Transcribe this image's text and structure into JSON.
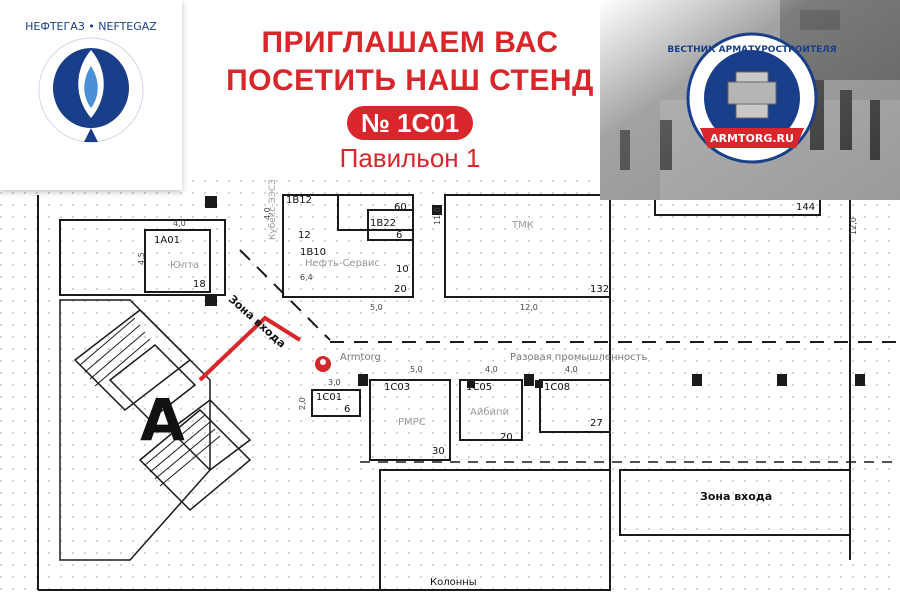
{
  "header": {
    "line1": "ПРИГЛАШАЕМ ВАС",
    "line2": "ПОСЕТИТЬ НАШ СТЕНД",
    "stand": "№ 1С01",
    "pavilion": "Павильон 1"
  },
  "logo": {
    "text": "НЕФТЕГАЗ • NEFTEGAZ"
  },
  "magazine": {
    "top": "ВЕСТНИК АРМАТУРОСТРОИТЕЛЯ",
    "bottom": "ARMTORG.RU"
  },
  "colors": {
    "accent": "#d9262a",
    "logo_blue": "#1a3f8a",
    "plan_line": "#1a1a1a"
  },
  "plan": {
    "hall_label": "А",
    "zones": [
      {
        "text": "Зона входа"
      },
      {
        "text": "Зона входа"
      }
    ],
    "labels": {
      "armtorg": "Armtorg",
      "razovaya": "Разовая промышленность",
      "kolonny": "Колонны",
      "neft_servis": "Нефть-Сервис",
      "tmk": "ТМК",
      "rmrs": "РМРС",
      "aibipi": "Айбипи",
      "diag": "Кубекс-ЭЭСЗ"
    },
    "booths": [
      {
        "code": "1A01",
        "num": "18",
        "name": "Юлта"
      },
      {
        "code": "1B12",
        "num": "12"
      },
      {
        "code": "1B22",
        "num": "6"
      },
      {
        "code": "1B10",
        "num": "20"
      },
      {
        "code": "1C01",
        "num": "6"
      },
      {
        "code": "1C03",
        "num": "30"
      },
      {
        "code": "1C05",
        "num": "20"
      },
      {
        "code": "1C08",
        "num": "27"
      },
      {
        "code": "",
        "num": "60"
      },
      {
        "code": "",
        "num": "10"
      },
      {
        "code": "",
        "num": "132"
      },
      {
        "code": "",
        "num": "144"
      }
    ],
    "dims": [
      "4,0",
      "4,5",
      "4,0",
      "11,0",
      "12,0",
      "5,0",
      "6,4",
      "3,0",
      "2,0",
      "5,0",
      "4,0",
      "4,0",
      "12,0"
    ]
  }
}
